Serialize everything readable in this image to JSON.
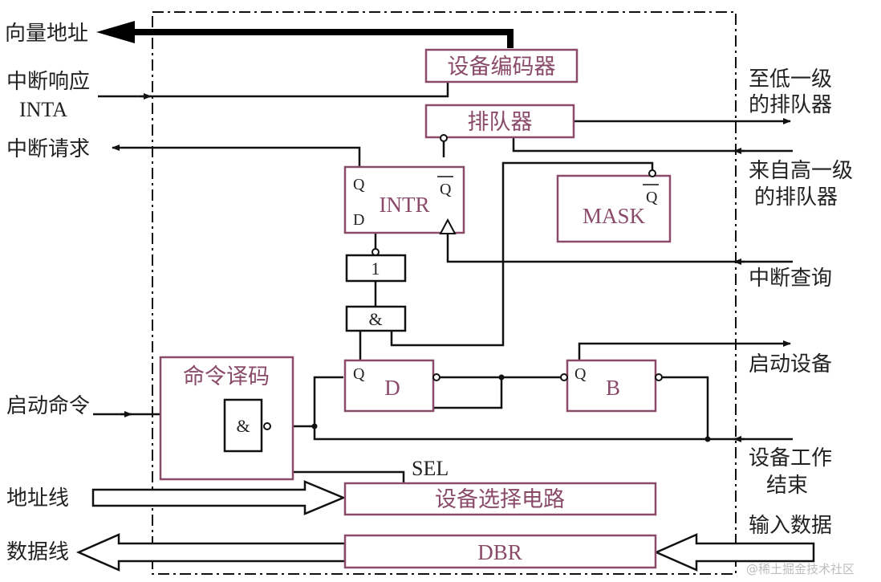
{
  "signals_left": {
    "vector_address": "向量地址",
    "int_response": "中断响应",
    "inta": "INTA",
    "int_request": "中断请求",
    "start_command": "启动命令",
    "address_bus": "地址线",
    "data_bus": "数据线"
  },
  "signals_right": {
    "to_lower_1": "至低一级",
    "to_lower_2": "的排队器",
    "from_higher_1": "来自高一级",
    "from_higher_2": "的排队器",
    "int_query": "中断查询",
    "start_device": "启动设备",
    "device_done_1": "设备工作",
    "device_done_2": "结束",
    "input_data": "输入数据"
  },
  "blocks": {
    "encoder": "设备编码器",
    "queue": "排队器",
    "intr": "INTR",
    "mask": "MASK",
    "cmd_decode": "命令译码",
    "d_ff": "D",
    "b_ff": "B",
    "select": "设备选择电路",
    "dbr": "DBR",
    "sel": "SEL"
  },
  "pins": {
    "q": "Q",
    "qbar": "Q",
    "d": "D"
  },
  "gates": {
    "not": "1",
    "and": "&"
  },
  "watermark": "@稀土掘金技术社区",
  "colors": {
    "block_border": "#8a4a6a",
    "wire": "#111111"
  }
}
